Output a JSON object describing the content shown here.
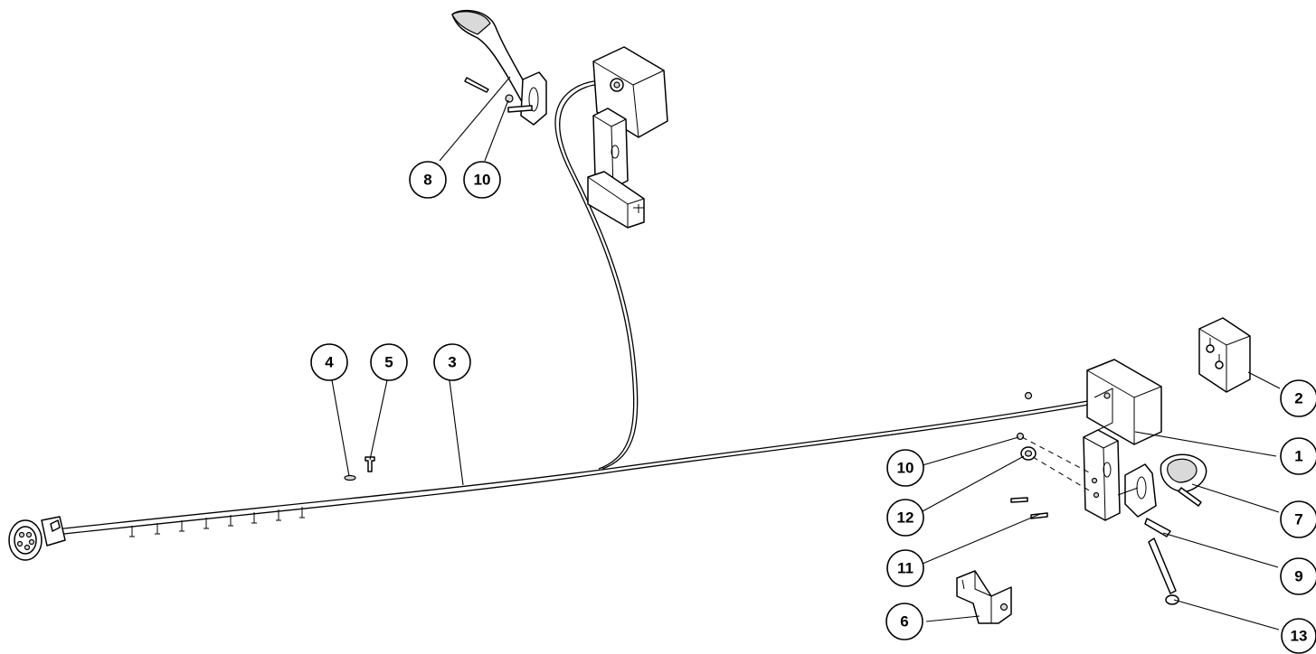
{
  "callouts": [
    {
      "id": "1",
      "label": "1"
    },
    {
      "id": "2",
      "label": "2"
    },
    {
      "id": "3",
      "label": "3"
    },
    {
      "id": "4",
      "label": "4"
    },
    {
      "id": "5",
      "label": "5"
    },
    {
      "id": "6",
      "label": "6"
    },
    {
      "id": "7",
      "label": "7"
    },
    {
      "id": "8",
      "label": "8"
    },
    {
      "id": "9",
      "label": "9"
    },
    {
      "id": "10a",
      "label": "10"
    },
    {
      "id": "10b",
      "label": "10"
    },
    {
      "id": "11",
      "label": "11"
    },
    {
      "id": "12",
      "label": "12"
    },
    {
      "id": "13",
      "label": "13"
    }
  ],
  "colors": {
    "line": "#000000",
    "background": "#ffffff",
    "shade": "#d9d9d9"
  }
}
